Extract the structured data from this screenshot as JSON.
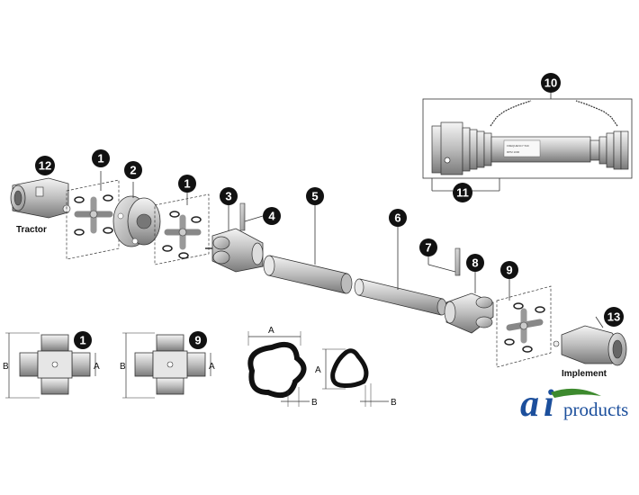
{
  "callouts": [
    {
      "id": "c1a",
      "label": "1"
    },
    {
      "id": "c2",
      "label": "2"
    },
    {
      "id": "c1b",
      "label": "1"
    },
    {
      "id": "c3",
      "label": "3"
    },
    {
      "id": "c4",
      "label": "4"
    },
    {
      "id": "c5",
      "label": "5"
    },
    {
      "id": "c6",
      "label": "6"
    },
    {
      "id": "c7",
      "label": "7"
    },
    {
      "id": "c8",
      "label": "8"
    },
    {
      "id": "c9",
      "label": "9"
    },
    {
      "id": "c10",
      "label": "10"
    },
    {
      "id": "c11",
      "label": "11"
    },
    {
      "id": "c12",
      "label": "12"
    },
    {
      "id": "c13",
      "label": "13"
    },
    {
      "id": "d1",
      "label": "1"
    },
    {
      "id": "d9",
      "label": "9"
    }
  ],
  "labels": {
    "tractor": "Tractor",
    "implement": "Implement"
  },
  "dimensions": {
    "a": "A",
    "b": "B"
  },
  "tiny_text": {
    "decal_1": "FREQUENCY 540",
    "decal_2": "RPM 1000"
  },
  "brand": {
    "ai": "a",
    "i": "i",
    "products": "products",
    "colors": {
      "blue": "#1c4f9c",
      "green": "#3d8a2e"
    }
  }
}
